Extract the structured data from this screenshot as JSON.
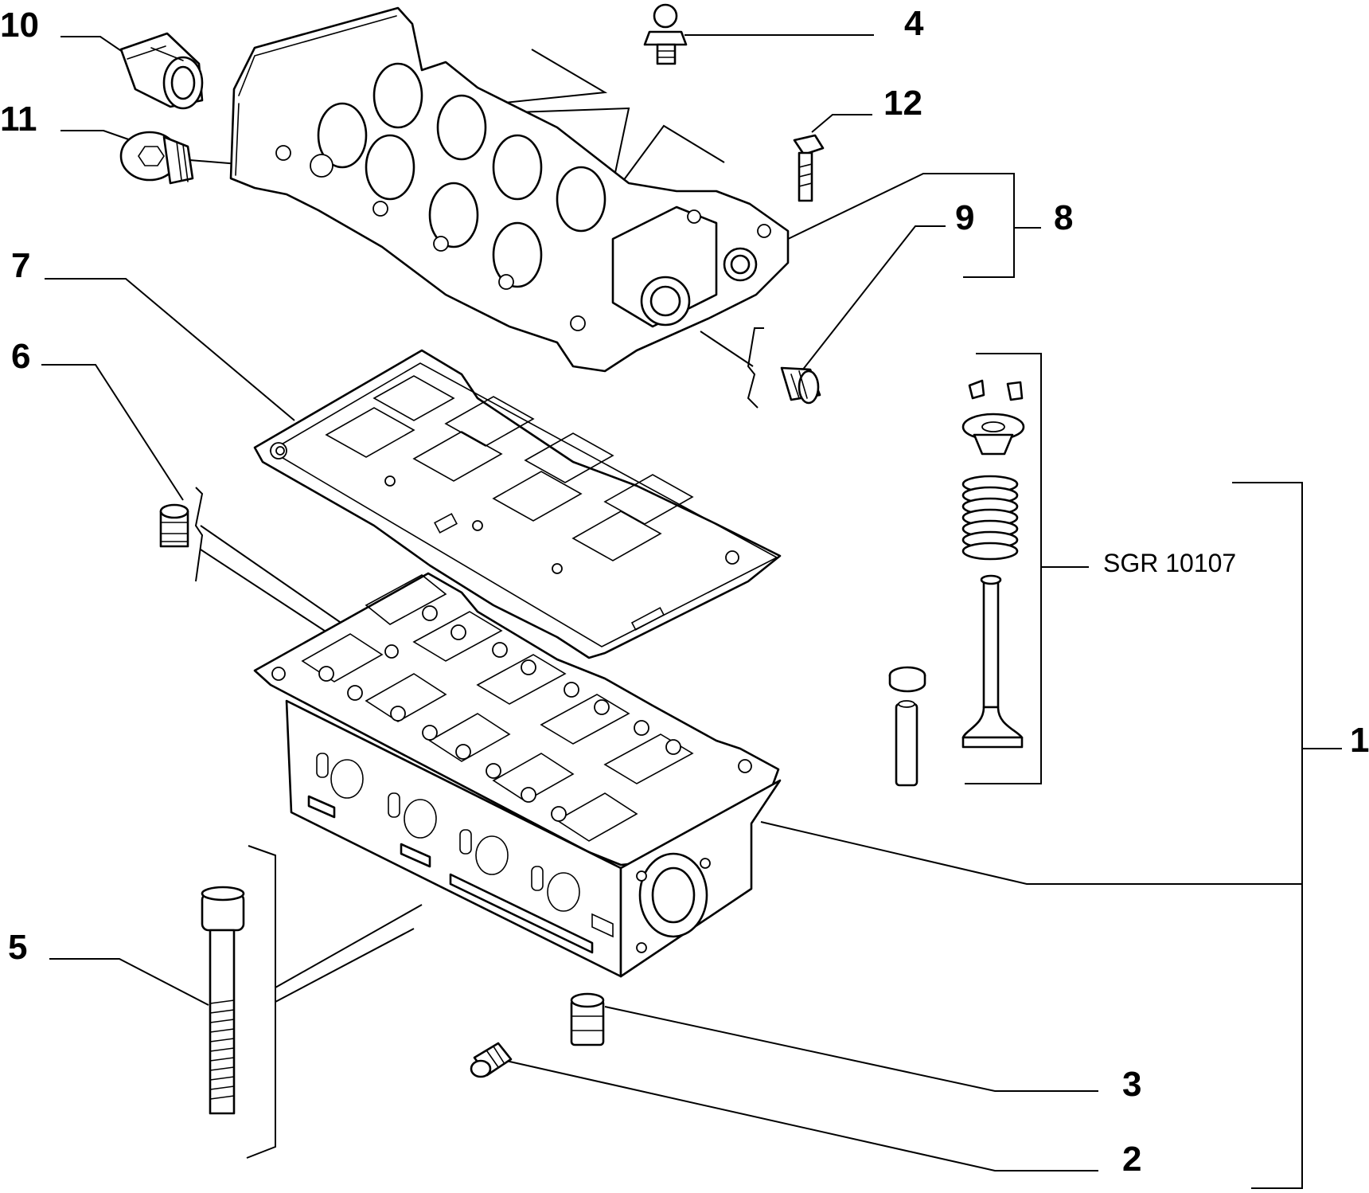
{
  "diagram": {
    "reference_code": "SGR 10107",
    "callouts": [
      {
        "id": "1",
        "label": "1"
      },
      {
        "id": "2",
        "label": "2"
      },
      {
        "id": "3",
        "label": "3"
      },
      {
        "id": "4",
        "label": "4"
      },
      {
        "id": "5",
        "label": "5"
      },
      {
        "id": "6",
        "label": "6"
      },
      {
        "id": "7",
        "label": "7"
      },
      {
        "id": "8",
        "label": "8"
      },
      {
        "id": "9",
        "label": "9"
      },
      {
        "id": "10",
        "label": "10"
      },
      {
        "id": "11",
        "label": "11"
      },
      {
        "id": "12",
        "label": "12"
      }
    ]
  }
}
